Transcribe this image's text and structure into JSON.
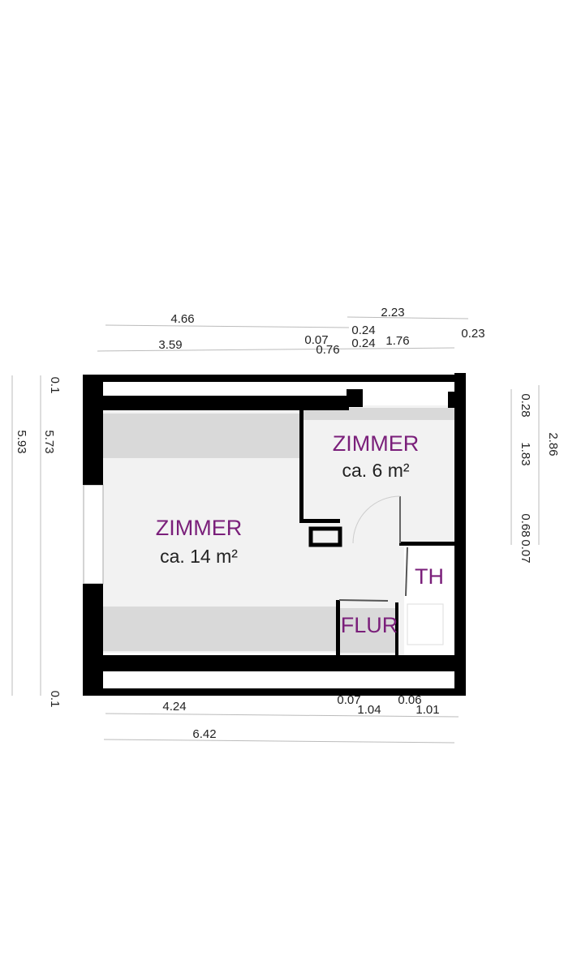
{
  "rooms": {
    "zimmer_large": {
      "name": "ZIMMER",
      "area": "ca. 14 m²"
    },
    "zimmer_small": {
      "name": "ZIMMER",
      "area": "ca. 6 m²"
    },
    "th": {
      "name": "TH"
    },
    "flur": {
      "name": "FLUR"
    }
  },
  "dimensions": {
    "top": [
      "4.66",
      "2.23",
      "0.24",
      "3.59",
      "0.07",
      "0.76",
      "0.24",
      "1.76",
      "0.23"
    ],
    "left": [
      "5.93",
      "5.73",
      "0.1",
      "0.1"
    ],
    "right": [
      "0.28",
      "1.83",
      "2.86",
      "0.68",
      "0.07"
    ],
    "bottom": [
      "4.24",
      "0.07",
      "1.04",
      "0.06",
      "1.01",
      "6.42"
    ]
  },
  "colors": {
    "label": "#7a1f7a",
    "wall": "#000000",
    "floor": "#f2f2f2",
    "slope": "#d9d9d9"
  }
}
